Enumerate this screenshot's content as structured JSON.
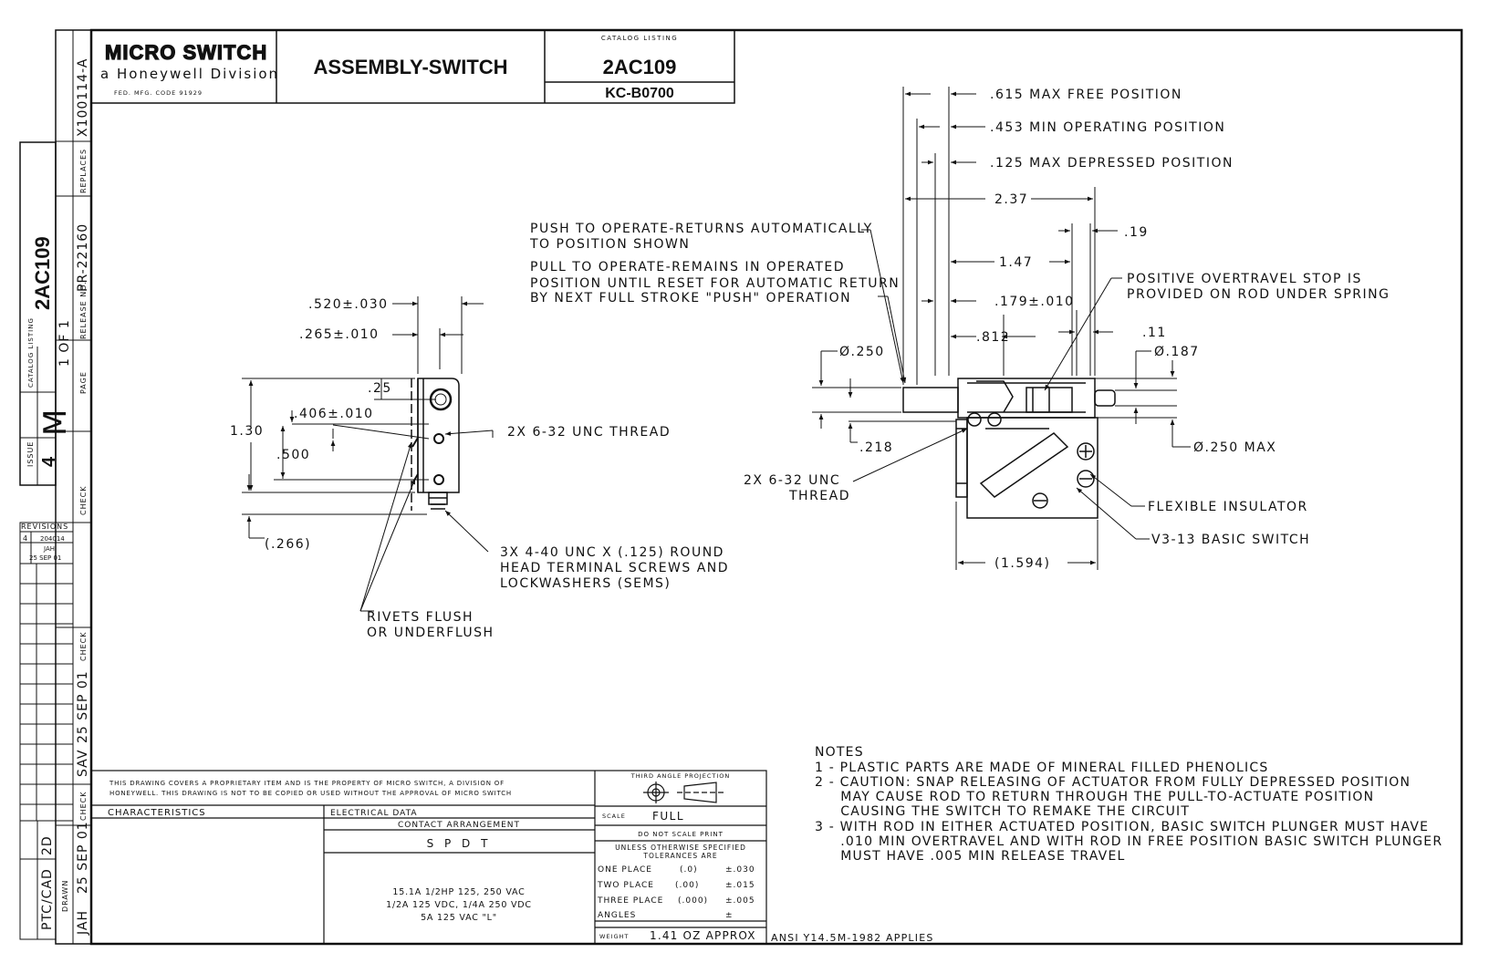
{
  "title_block": {
    "company_name": "MICRO SWITCH",
    "division": "a Honeywell Division",
    "fed_code": "FED. MFG. CODE 91929",
    "drawing_title": "ASSEMBLY-SWITCH",
    "catalog_listing_label": "CATALOG LISTING",
    "catalog_number": "2AC109",
    "kc_number": "KC-B0700"
  },
  "side_strip": {
    "replaces_label": "REPLACES",
    "replaces_value": "X100114-A",
    "release_label": "RELEASE NO.",
    "release_value": "PR-22160",
    "page_label": "PAGE",
    "page_value": "1 OF 1",
    "catalog_listing_label": "CATALOG LISTING",
    "catalog_number": "2AC109",
    "issue_label": "ISSUE",
    "issue_value": "4",
    "letter": "M",
    "check_label": "CHECK",
    "check_date": "25 SEP 01",
    "check_initials": "SAV",
    "drawn_label": "DRAWN",
    "drawn_date": "25 SEP 01",
    "drawn_initials": "JAH",
    "cad_label": "PTC/CAD",
    "cad_value": "2D"
  },
  "revisions": {
    "header": "REVISIONS",
    "entries": [
      {
        "issue": "4",
        "change": "204014",
        "by": "JAH",
        "date": "25 SEP 01"
      }
    ]
  },
  "left_view": {
    "dim_520": ".520±.030",
    "dim_265": ".265±.010",
    "dim_25": ".25",
    "dim_406": ".406±.010",
    "dim_130": "1.30",
    "dim_500": ".500",
    "dim_266": "(.266)",
    "thread_note": "2X 6-32 UNC THREAD",
    "screw_note": [
      "3X 4-40 UNC X (.125) ROUND",
      "HEAD TERMINAL SCREWS AND",
      "LOCKWASHERS (SEMS)"
    ],
    "rivet_note": [
      "RIVETS FLUSH",
      "OR UNDERFLUSH"
    ]
  },
  "right_view": {
    "push_note": [
      "PUSH TO OPERATE-RETURNS AUTOMATICALLY",
      "TO POSITION SHOWN"
    ],
    "pull_note": [
      "PULL TO OPERATE-REMAINS IN OPERATED",
      "POSITION UNTIL RESET FOR AUTOMATIC RETURN",
      "BY NEXT FULL STROKE \"PUSH\" OPERATION"
    ],
    "dim_615": ".615 MAX FREE POSITION",
    "dim_453": ".453 MIN OPERATING POSITION",
    "dim_125": ".125 MAX DEPRESSED POSITION",
    "dim_237": "2.37",
    "dim_19": ".19",
    "dim_147": "1.47",
    "dim_179": ".179±.010",
    "dim_812": ".812",
    "dim_11": ".11",
    "dim_dia250": "Ø.250",
    "dim_dia187": "Ø.187",
    "dim_dia250max": "Ø.250 MAX",
    "dim_218": ".218",
    "dim_1594": "(1.594)",
    "overtravel_note": [
      "POSITIVE OVERTRAVEL STOP IS",
      "PROVIDED ON ROD UNDER SPRING"
    ],
    "thread_note": [
      "2X 6-32 UNC",
      "THREAD"
    ],
    "insulator_note": "FLEXIBLE INSULATOR",
    "basic_switch_note": "V3-13 BASIC SWITCH"
  },
  "notes": {
    "header": "NOTES",
    "lines": [
      "1 - PLASTIC PARTS ARE MADE OF MINERAL FILLED PHENOLICS",
      "2 - CAUTION: SNAP RELEASING OF ACTUATOR FROM FULLY DEPRESSED POSITION",
      "     MAY CAUSE ROD TO RETURN THROUGH THE PULL-TO-ACTUATE POSITION",
      "     CAUSING THE SWITCH TO REMAKE THE CIRCUIT",
      "3 - WITH ROD IN EITHER ACTUATED POSITION, BASIC SWITCH PLUNGER MUST HAVE",
      "     .010 MIN OVERTRAVEL AND WITH ROD IN FREE POSITION BASIC SWITCH PLUNGER",
      "     MUST HAVE .005 MIN RELEASE TRAVEL"
    ]
  },
  "bottom_block": {
    "proprietary": [
      "THIS DRAWING COVERS A PROPRIETARY ITEM AND IS THE PROPERTY OF MICRO SWITCH, A DIVISION OF",
      "HONEYWELL. THIS DRAWING IS NOT TO BE COPIED OR USED WITHOUT THE APPROVAL OF MICRO SWITCH"
    ],
    "characteristics_label": "CHARACTERISTICS",
    "electrical_label": "ELECTRICAL DATA",
    "contact_label": "CONTACT ARRANGEMENT",
    "contact_value": "S P D T",
    "ratings": [
      "15.1A 1/2HP 125, 250 VAC",
      "1/2A 125 VDC, 1/4A 250 VDC",
      "5A 125 VAC \"L\""
    ],
    "projection_label": "THIRD ANGLE PROJECTION",
    "scale_label": "SCALE",
    "scale_value": "FULL",
    "no_scale": "DO NOT SCALE PRINT",
    "tolerance_header": [
      "UNLESS OTHERWISE SPECIFIED",
      "TOLERANCES ARE"
    ],
    "tolerances": [
      {
        "label": "ONE PLACE",
        "format": "(.0)",
        "value": "±.030"
      },
      {
        "label": "TWO PLACE",
        "format": "(.00)",
        "value": "±.015"
      },
      {
        "label": "THREE PLACE",
        "format": "(.000)",
        "value": "±.005"
      },
      {
        "label": "ANGLES",
        "format": "",
        "value": "±"
      }
    ],
    "weight_label": "WEIGHT",
    "weight_value": "1.41 OZ APPROX",
    "ansi": "ANSI Y14.5M-1982 APPLIES"
  }
}
